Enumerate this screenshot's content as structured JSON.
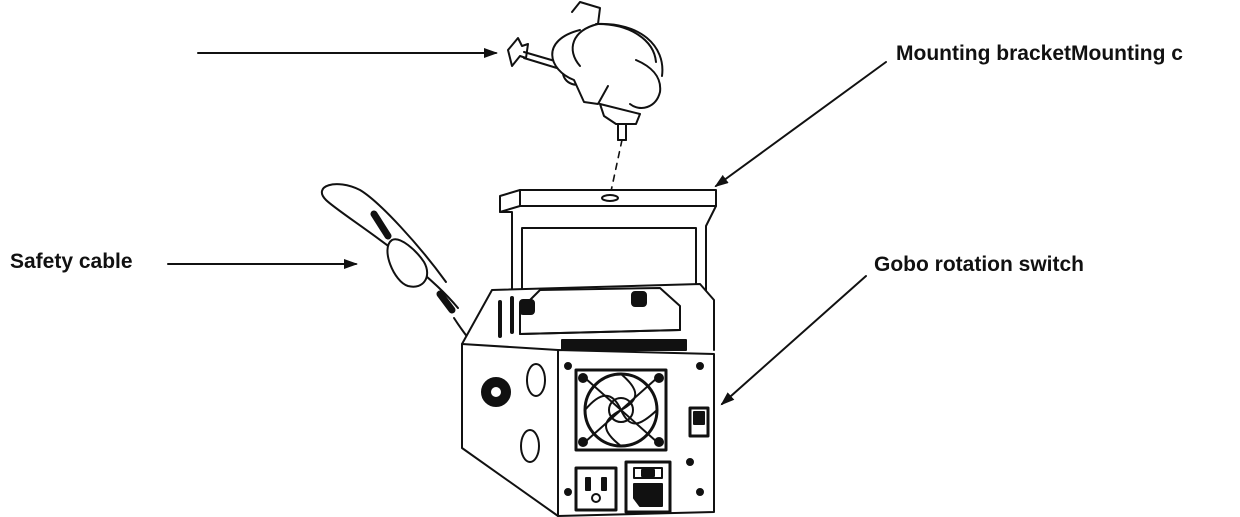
{
  "labels": {
    "mounting": "Mounting bracketMounting c",
    "safety_cable": "Safety cable",
    "gobo_switch": "Gobo rotation switch"
  },
  "colors": {
    "line": "#111111",
    "background": "#ffffff"
  },
  "icons": {
    "fan": "fan-icon",
    "outlet": "power-outlet-icon",
    "inlet": "power-inlet-icon",
    "switch": "rocker-switch-icon"
  }
}
